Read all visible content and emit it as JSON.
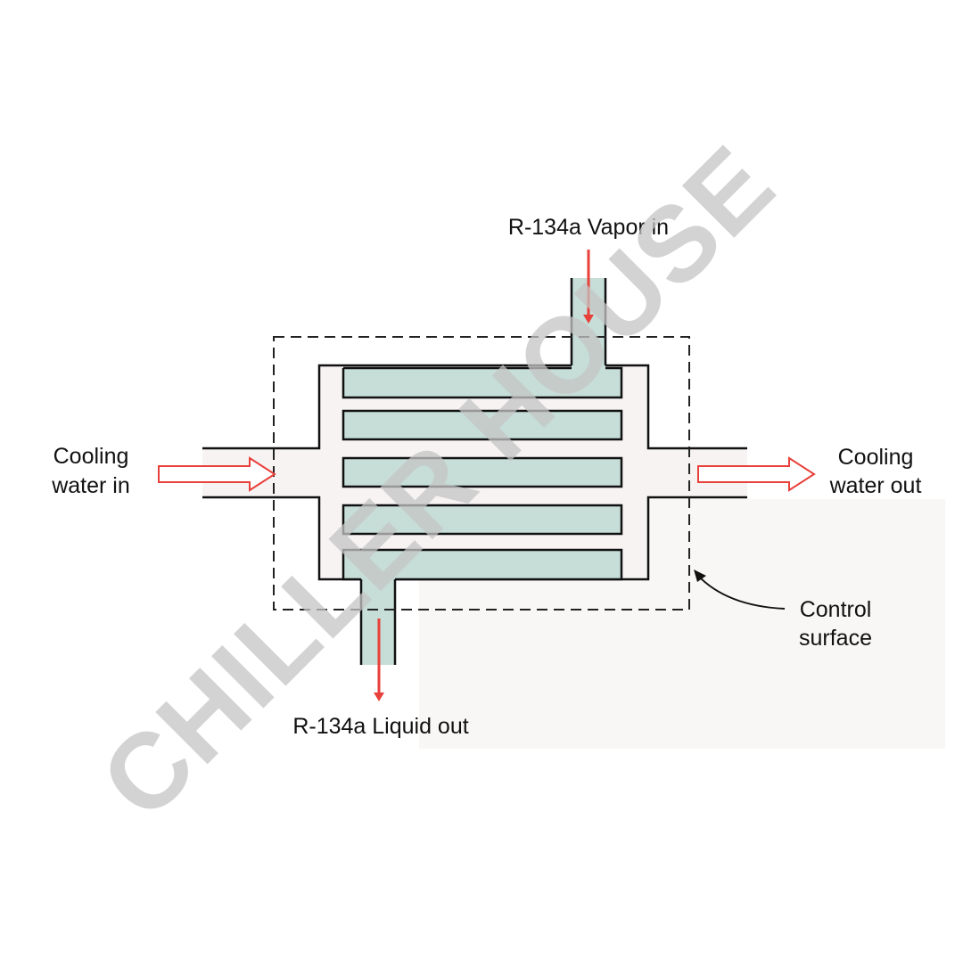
{
  "diagram": {
    "labels": {
      "vapor_in": "R-134a Vapor in",
      "liquid_out": "R-134a Liquid out",
      "cooling_in_line1": "Cooling",
      "cooling_in_line2": "water in",
      "cooling_out_line1": "Cooling",
      "cooling_out_line2": "water out",
      "control_line1": "Control",
      "control_line2": "surface"
    },
    "watermark": "CHILLER HOUSE",
    "colors": {
      "refrigerant_fill": "#c6ddd8",
      "shell_fill": "#f7f3f3",
      "outline": "#111111",
      "arrow_red": "#e8403a",
      "watermark": "#c4c4c4"
    }
  }
}
